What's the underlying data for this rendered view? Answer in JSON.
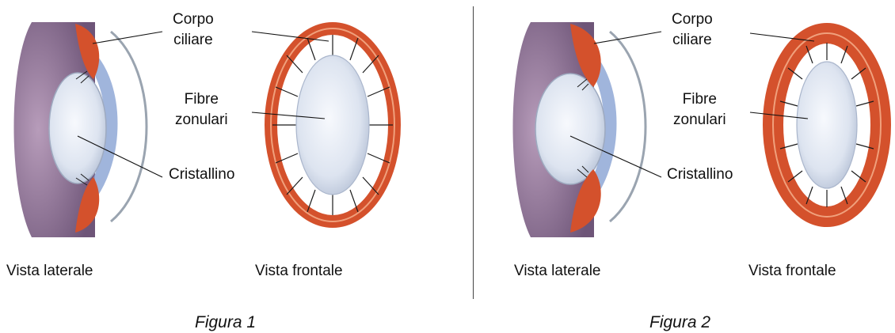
{
  "figures": [
    {
      "caption": "Figura 1",
      "labels": {
        "ciliary_body": "Corpo\nciliare",
        "zonular_fibers": "Fibre\nzonulari",
        "lens": "Cristallino"
      },
      "side_view": "Vista laterale",
      "front_view": "Vista frontale",
      "lens_state": "flattened (zonular fibers taut, thin ciliary ring)"
    },
    {
      "caption": "Figura 2",
      "labels": {
        "ciliary_body": "Corpo\nciliare",
        "zonular_fibers": "Fibre\nzonulari",
        "lens": "Cristallino"
      },
      "side_view": "Vista laterale",
      "front_view": "Vista frontale",
      "lens_state": "rounded (zonular fibers relaxed, thick ciliary ring)"
    }
  ],
  "colors": {
    "ciliary": "#d4512c",
    "ciliary_light": "#f0a07c",
    "lens": "#dfe6f2",
    "iris": "#8fa8d6",
    "eyeball": "#9c7fa0",
    "fiber": "#1b1b1b"
  }
}
